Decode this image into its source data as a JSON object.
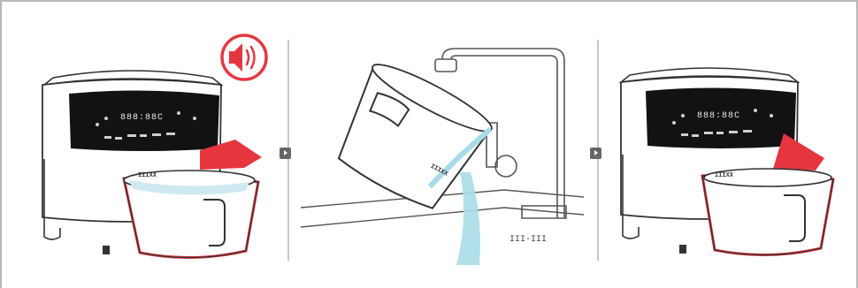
{
  "panels": [
    {
      "display_text": "888:88C",
      "basket_brand": "IIIXX",
      "sound_icon": "speaker-sound-icon"
    },
    {
      "basket_brand": "IIIXX",
      "sink_mark": "III·III"
    },
    {
      "display_text": "888:88C",
      "basket_brand": "IIIXX"
    }
  ],
  "colors": {
    "accent": "#e53640",
    "water": "#a8dbe8",
    "line": "#333333"
  }
}
